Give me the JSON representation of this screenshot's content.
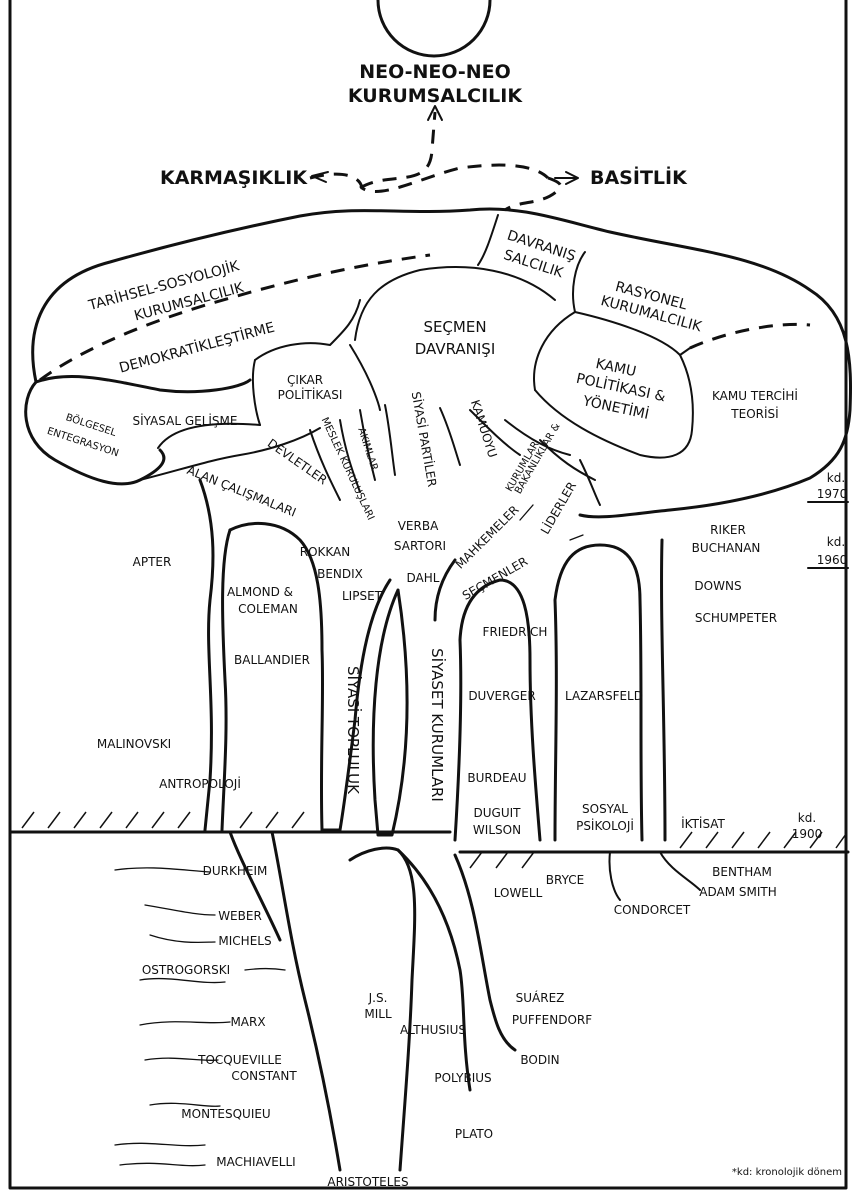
{
  "top": {
    "line1": "NEO-NEO-NEO",
    "line2": "KURUMSALCILIK",
    "left": "KARMAŞIKLIK",
    "right": "BASİTLİK"
  },
  "canopy": {
    "tarihsel_1": "TARİHSEL-SOSYOLOJİK",
    "tarihsel_2": "KURUMSALCILIK",
    "davranis_1": "DAVRANIŞ",
    "davranis_2": "SALCILIK",
    "rasyonel_1": "RASYONEL",
    "rasyonel_2": "KURUMALCILIK",
    "demokratik": "DEMOKRATİKLEŞTİRME",
    "secmen_1": "SEÇMEN",
    "secmen_2": "DAVRANIŞI",
    "cikar_1": "ÇIKAR",
    "cikar_2": "POLİTİKASI",
    "siyasal_gelisme": "SİYASAL GELİŞME",
    "kamu_pol_1": "KAMU",
    "kamu_pol_2": "POLİTİKASI &",
    "kamu_pol_3": "YÖNETİMİ",
    "kamu_tercih_1": "KAMU TERCİHİ",
    "kamu_tercih_2": "TEORİSİ",
    "bolgesel_1": "BÖLGESEL",
    "bolgesel_2": "ENTEGRASYON"
  },
  "branches": {
    "alan": "ALAN ÇALIŞMALARI",
    "devletler": "DEVLETLER",
    "meslek": "MESLEK KURULUŞLARI",
    "akimlar": "AKIMLAR",
    "partiler": "SİYASİ PARTİLER",
    "kamuoyu": "KAMUOYU",
    "bakanliklar_1": "BAKANLIKLAR &",
    "bakanliklar_2": "KURUMLAR",
    "mahkemeler": "MAHKEMELER",
    "liderler": "LİDERLER",
    "secmenler": "SEÇMENLER"
  },
  "trunk": {
    "siyasi_topluluk": "SİYASİ TOPLULUK",
    "siyaset_kurumlari": "SİYASET KURUMLARI",
    "antropoloji": "ANTROPOLOJİ",
    "sosyal_1": "SOSYAL",
    "sosyal_2": "PSİKOLOJİ",
    "iktisat": "İKTİSAT"
  },
  "names": {
    "apter": "APTER",
    "almond_1": "ALMOND &",
    "almond_2": "COLEMAN",
    "ballandier": "BALLANDIER",
    "malinovski": "MALINOVSKI",
    "rokkan": "ROKKAN",
    "bendix": "BENDIX",
    "lipset": "LIPSET",
    "dahl": "DAHL",
    "verba": "VERBA",
    "sartori": "SARTORI",
    "friedrich": "FRIEDRICH",
    "duverger": "DUVERGER",
    "lazarsfeld": "LAZARSFELD",
    "burdeau": "BURDEAU",
    "duguit": "DUGUIT",
    "wilson": "WILSON",
    "riker": "RIKER",
    "buchanan": "BUCHANAN",
    "downs": "DOWNS",
    "schumpeter": "SCHUMPETER"
  },
  "roots": {
    "durkheim": "DURKHEIM",
    "weber": "WEBER",
    "michels": "MICHELS",
    "ostrogorski": "OSTROGORSKI",
    "marx": "MARX",
    "tocqueville": "TOCQUEVILLE",
    "constant": "CONSTANT",
    "montesquieu": "MONTESQUIEU",
    "machiavelli": "MACHIAVELLI",
    "aristoteles": "ARISTOTELES",
    "js": "J.S.",
    "mill": "MILL",
    "althusius": "ALTHUSIUS",
    "polybius": "POLYBIUS",
    "plato": "PLATO",
    "suarez": "SUÁREZ",
    "puffendorf": "PUFFENDORF",
    "bodin": "BODIN",
    "lowell": "LOWELL",
    "bryce": "BRYCE",
    "condorcet": "CONDORCET",
    "bentham": "BENTHAM",
    "adam_smith": "ADAM SMITH"
  },
  "chronology": {
    "kd": "kd.",
    "y1970": "1970",
    "y1960": "1960",
    "y1900": "1900",
    "note": "*kd: kronolojik dönem"
  }
}
